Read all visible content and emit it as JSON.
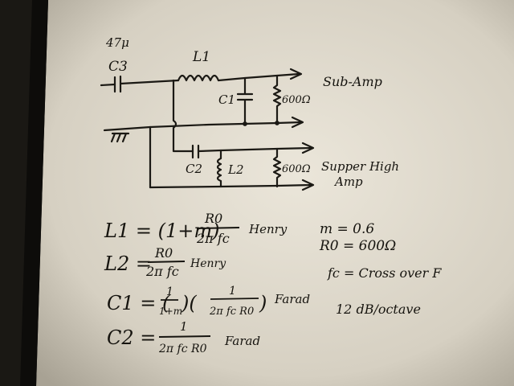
{
  "circuit": {
    "input_label": "47μ",
    "c3": "C3",
    "l1": "L1",
    "c1": "C1",
    "r_top": "600Ω",
    "sub_out": "Sub-Amp",
    "c2": "C2",
    "l2": "L2",
    "r_bot": "600Ω",
    "high_out_1": "Supper High",
    "high_out_2": "Amp"
  },
  "formulas": {
    "l1": {
      "lhs": "L1 = (1+m)",
      "num": "R0",
      "den": "2π fc",
      "unit": "Henry"
    },
    "l2": {
      "lhs": "L2 =",
      "num": "R0",
      "den": "2π fc",
      "unit": "Henry"
    },
    "c1": {
      "lhs": "C1 = (",
      "num1": "1",
      "den1": "1+m",
      "mid": ")(",
      "num2": "1",
      "den2": "2π fc R0",
      "rhs": ")",
      "unit": "Farad"
    },
    "c2": {
      "lhs": "C2 =",
      "num": "1",
      "den": "2π fc R0",
      "unit": "Farad"
    }
  },
  "params": {
    "m": "m = 0.6",
    "r0": "R0 = 600Ω",
    "fc": "fc = Cross over F",
    "slope": "12 dB/octave"
  }
}
